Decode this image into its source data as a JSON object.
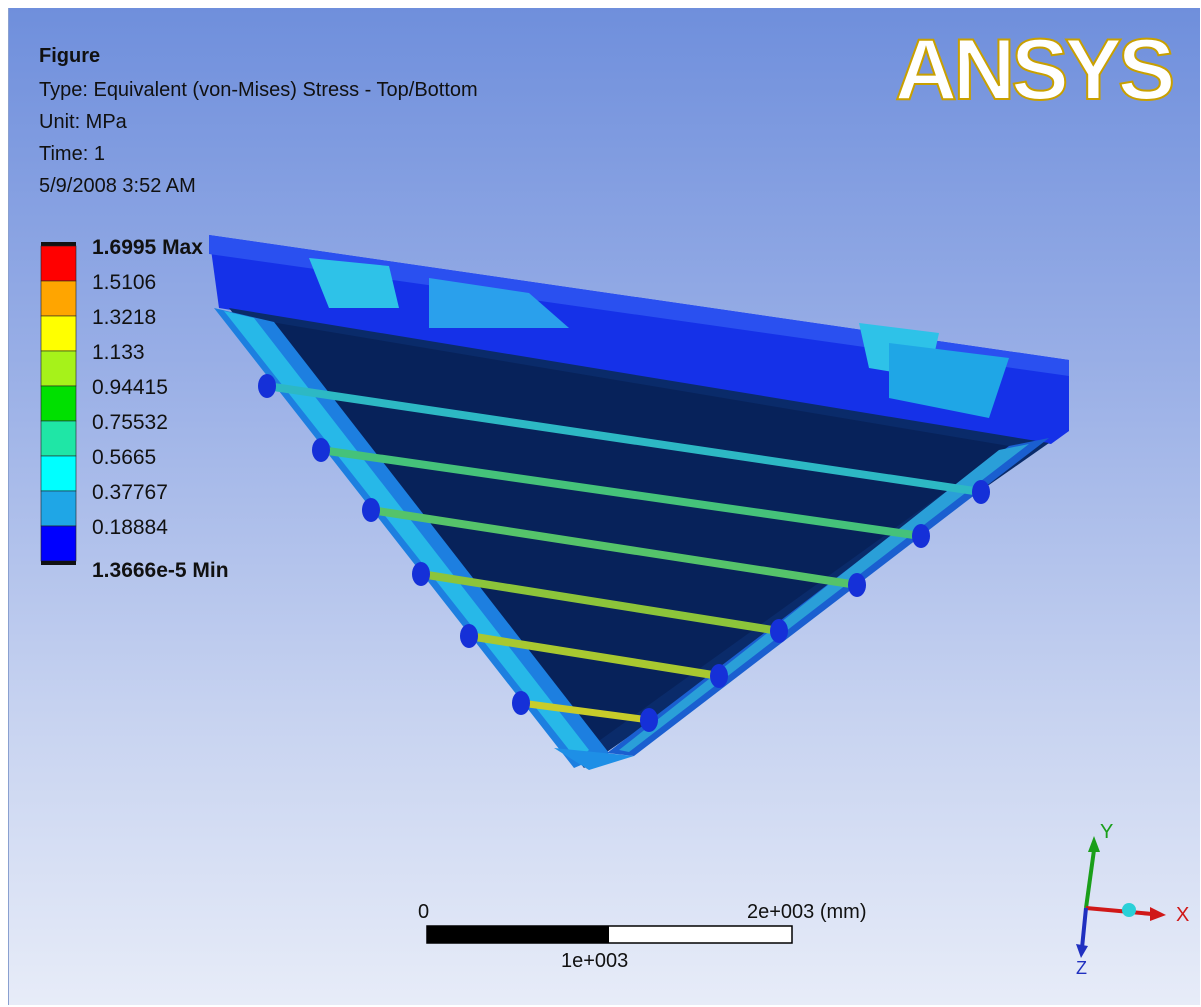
{
  "header": {
    "title": "Figure",
    "type": "Type: Equivalent (von-Mises) Stress - Top/Bottom",
    "unit": "Unit: MPa",
    "time": "Time: 1",
    "date": "5/9/2008 3:52 AM"
  },
  "logo": {
    "text": "ANSYS",
    "color": "#ffffff",
    "accent": "#f2c200"
  },
  "legend": {
    "max_label": "1.6995 Max",
    "min_label": "1.3666e-5 Min",
    "levels": [
      "1.5106",
      "1.3218",
      "1.133",
      "0.94415",
      "0.75532",
      "0.5665",
      "0.37767",
      "0.18884"
    ],
    "colors": [
      "#ff0000",
      "#ffa500",
      "#ffff00",
      "#a6f21a",
      "#00e000",
      "#1fe6a6",
      "#00ffff",
      "#1fa6e6",
      "#0000ff"
    ]
  },
  "scale_bar": {
    "left": "0",
    "right": "2e+003 (mm)",
    "mid": "1e+003"
  },
  "triad": {
    "x": "X",
    "y": "Y",
    "z": "Z"
  }
}
